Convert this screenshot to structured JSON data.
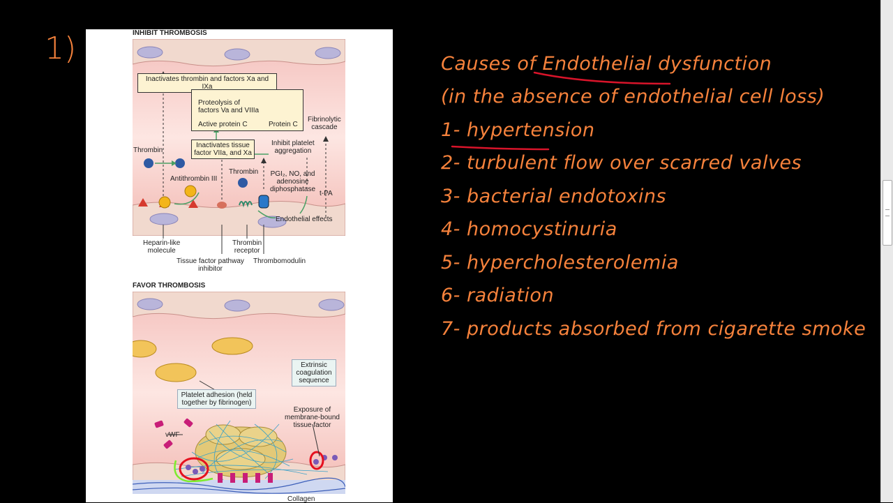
{
  "slide": {
    "step_marker": "1)",
    "notes": [
      "Causes of Endothelial dysfunction",
      "(in the absence of endothelial cell loss)",
      "1- hypertension",
      "2- turbulent flow over scarred valves",
      "3- bacterial endotoxins",
      "4- homocystinuria",
      "5- hypercholesterolemia",
      "6- radiation",
      "7- products absorbed from cigarette smoke"
    ],
    "ink_color": "#f6823c",
    "underline_color": "#d8142a",
    "bracket_color": "#7dec2c"
  },
  "figure": {
    "inhibit": {
      "heading": "INHIBIT THROMBOSIS",
      "box_inactivates_thrombin": "Inactivates thrombin and factors Xa and IXa",
      "box_proteolysis": "Proteolysis of\nfactors Va and VIIIa",
      "label_active_protein_c": "Active protein C",
      "label_protein_c": "Protein C",
      "label_fibrinolytic": "Fibrinolytic\ncascade",
      "label_thrombin_left": "Thrombin",
      "box_inactivates_tissue": "Inactivates tissue\nfactor VIIa, and Xa",
      "label_inhibit_platelet": "Inhibit platelet\naggregation",
      "label_antithrombin": "Antithrombin III",
      "label_thrombin_mid": "Thrombin",
      "label_pgi2": "PGI₂, NO, and\nadenosine\ndiphosphatase",
      "label_tpa": "t-PA",
      "label_endothelial_effects": "Endothelial effects",
      "label_heparin": "Heparin-like\nmolecule",
      "label_thrombin_receptor": "Thrombin\nreceptor",
      "label_tfpi": "Tissue factor pathway\ninhibitor",
      "label_thrombomodulin": "Thrombomodulin"
    },
    "favor": {
      "heading": "FAVOR THROMBOSIS",
      "box_extrinsic": "Extrinsic\ncoagulation\nsequence",
      "box_platelet_adhesion": "Platelet adhesion (held\ntogether by fibrinogen)",
      "label_vwf": "vWF",
      "label_exposure": "Exposure of\nmembrane-bound\ntissue factor",
      "label_collagen": "Collagen"
    }
  }
}
